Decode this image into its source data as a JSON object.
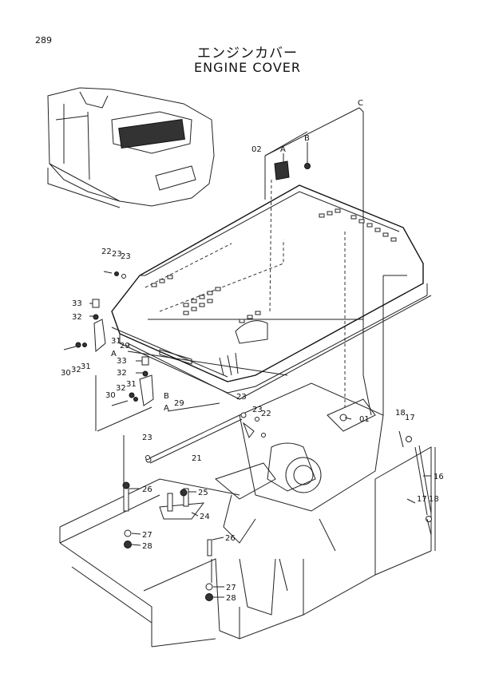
{
  "header": {
    "page_number": "289",
    "title_jp": "エンジンカバー",
    "title_en": "ENGINE COVER"
  },
  "callouts": {
    "c_C": "C",
    "c_02": "02",
    "c_A_top": "A",
    "c_B_top": "B",
    "c_22a": "22",
    "c_23a": "23",
    "c_23b": "23",
    "c_33a": "33",
    "c_32a": "32",
    "c_31a": "31",
    "c_29a": "29",
    "c_Aa": "A",
    "c_30a": "30",
    "c_32b": "32",
    "c_31b": "31",
    "c_33b": "33",
    "c_32c": "32",
    "c_31c": "31",
    "c_32d": "32",
    "c_B_mid": "B",
    "c_29b": "29",
    "c_30b": "30",
    "c_A_mid": "A",
    "c_23c": "23",
    "c_23d": "23",
    "c_22b": "22",
    "c_01": "01",
    "c_18a": "18",
    "c_17a": "17",
    "c_23e": "23",
    "c_21": "21",
    "c_26a": "26",
    "c_25": "25",
    "c_24": "24",
    "c_16": "16",
    "c_17b": "17",
    "c_18b": "18",
    "c_27a": "27",
    "c_28a": "28",
    "c_26b": "26",
    "c_27b": "27",
    "c_28b": "28"
  }
}
